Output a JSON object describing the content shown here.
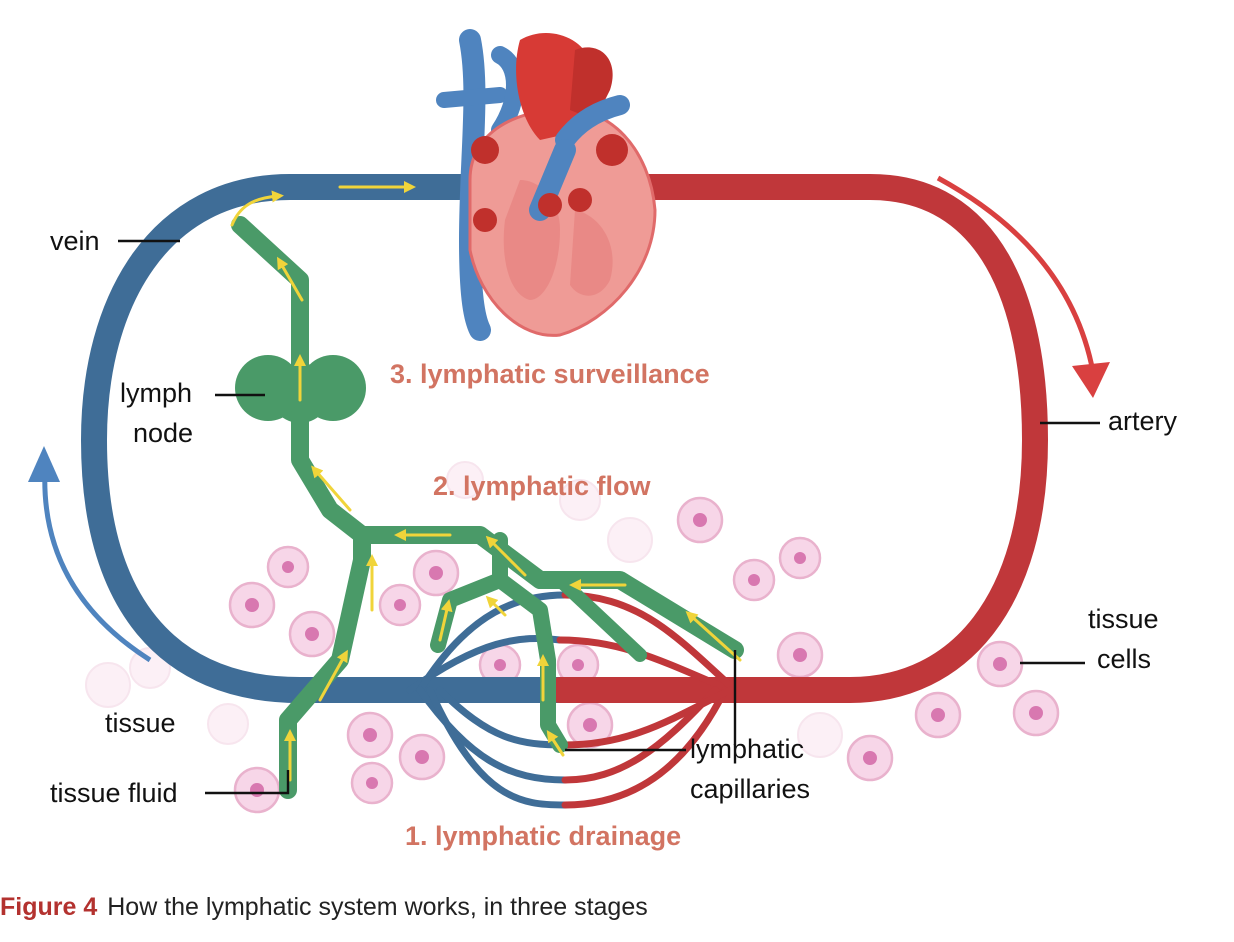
{
  "labels": {
    "vein": "vein",
    "lymph_line1": "lymph",
    "lymph_line2": "node",
    "artery": "artery",
    "tissue_cells_line1": "tissue",
    "tissue_cells_line2": "cells",
    "tissue": "tissue",
    "tissue_fluid": "tissue fluid",
    "lymphatic_capillaries_line1": "lymphatic",
    "lymphatic_capillaries_line2": "capillaries"
  },
  "stages": {
    "drainage": "1. lymphatic drainage",
    "flow": "2. lymphatic flow",
    "surveillance": "3. lymphatic surveillance"
  },
  "caption": {
    "figure": "Figure 4",
    "text": "How the lymphatic system works, in three stages"
  },
  "colors": {
    "vein": "#3f6d97",
    "artery": "#c0373a",
    "lymph": "#4a9a68",
    "flow_arrow": "#f0d43a",
    "stage_text": "#d27462",
    "cell_fill": "#f7d6e8",
    "cell_nucleus": "#d878b0"
  }
}
